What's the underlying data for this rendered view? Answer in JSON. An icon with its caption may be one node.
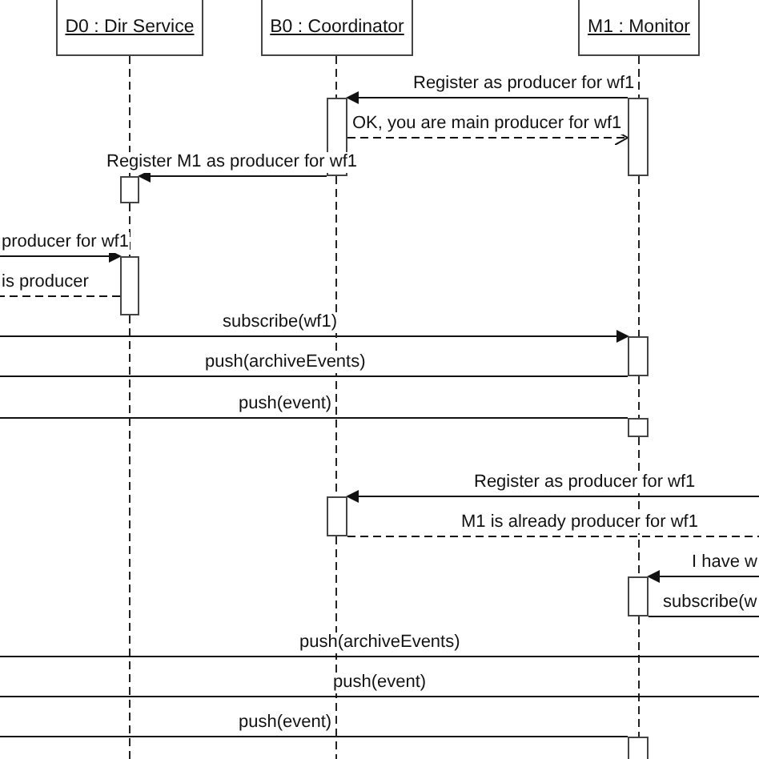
{
  "diagram": {
    "nodes": [
      {
        "text": [
          "D0 : Dir Service"
        ]
      },
      {
        "text": [
          "B0 : Coordinator"
        ]
      },
      {
        "text": [
          "M1 : Monitor"
        ]
      },
      {
        "text": [],
        "shape": "bar"
      },
      {
        "text": [],
        "shape": "bar"
      },
      {
        "text": [],
        "shape": "bar"
      },
      {
        "text": [],
        "shape": "bar"
      },
      {
        "text": [],
        "shape": "bar"
      },
      {
        "text": [],
        "shape": "bar"
      },
      {
        "text": [],
        "shape": "bar"
      },
      {
        "text": [],
        "shape": "bar"
      },
      {
        "text": [],
        "shape": "bar"
      }
    ],
    "edges": [
      {
        "from": 4,
        "to": 3,
        "arrow": "to",
        "label": "Register as producer for wf1"
      },
      {
        "from": 3,
        "to": 4,
        "arrow": "to",
        "label": "OK, you are main producer for wf1",
        "style": "dashed"
      },
      {
        "from": 3,
        "to": 5,
        "arrow": "to",
        "label": "Register M1 as producer for wf1"
      },
      {
        "from": null,
        "to": 6,
        "arrow": "to",
        "label": "producer for wf1"
      },
      {
        "from": 6,
        "to": null,
        "arrow": "none",
        "label": "is producer",
        "style": "dashed"
      },
      {
        "from": null,
        "to": 7,
        "arrow": "to",
        "label": "subscribe(wf1)"
      },
      {
        "from": 7,
        "to": null,
        "arrow": "none",
        "label": "push(archiveEvents)"
      },
      {
        "from": null,
        "to": 8,
        "arrow": "none",
        "label": "push(event)"
      },
      {
        "from": null,
        "to": 9,
        "arrow": "to",
        "label": "Register as producer for wf1"
      },
      {
        "from": 9,
        "to": null,
        "arrow": "none",
        "label": "M1 is already producer for wf1",
        "style": "dashed"
      },
      {
        "from": null,
        "to": 10,
        "arrow": "to",
        "label": "I have w"
      },
      {
        "from": 10,
        "to": null,
        "arrow": "none",
        "label": "subscribe(w"
      },
      {
        "from": null,
        "to": 11,
        "arrow": "none",
        "label": "push(event)"
      },
      {
        "from": 0,
        "to": 5,
        "arrow": "none",
        "style": "dashed"
      },
      {
        "from": 5,
        "to": 6,
        "arrow": "none",
        "style": "dashed"
      },
      {
        "from": 6,
        "to": null,
        "arrow": "none",
        "style": "dashed"
      },
      {
        "from": 1,
        "to": 3,
        "arrow": "none",
        "style": "dashed"
      },
      {
        "from": 3,
        "to": 9,
        "arrow": "none",
        "style": "dashed"
      },
      {
        "from": 9,
        "to": null,
        "arrow": "none",
        "style": "dashed"
      },
      {
        "from": 2,
        "to": 4,
        "arrow": "none",
        "style": "dashed"
      },
      {
        "from": 4,
        "to": 7,
        "arrow": "none",
        "style": "dashed"
      },
      {
        "from": 7,
        "to": 8,
        "arrow": "none",
        "style": "dashed"
      },
      {
        "from": 8,
        "to": 10,
        "arrow": "none",
        "style": "dashed"
      },
      {
        "from": 10,
        "to": 11,
        "arrow": "none",
        "style": "dashed"
      }
    ],
    "labels": [
      "push(archiveEvents)",
      "push(event)"
    ]
  }
}
